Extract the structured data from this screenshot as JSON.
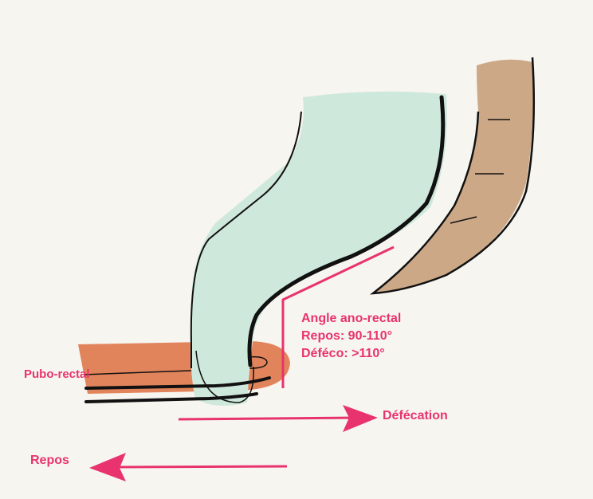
{
  "labels": {
    "pubo_rectal": "Pubo-rectal",
    "angle_title": "Angle ano-rectal",
    "angle_repos": "Repos: 90-110°",
    "angle_defeco": "Déféco: >110°",
    "defecation": "Défécation",
    "repos": "Repos"
  },
  "colors": {
    "background": "#f7f5f0",
    "rectum_fill": "#cfe8dc",
    "muscle_fill": "#e07a4e",
    "sacrum_fill": "#c49a74",
    "outline": "#111111",
    "accent": "#e8336e"
  }
}
